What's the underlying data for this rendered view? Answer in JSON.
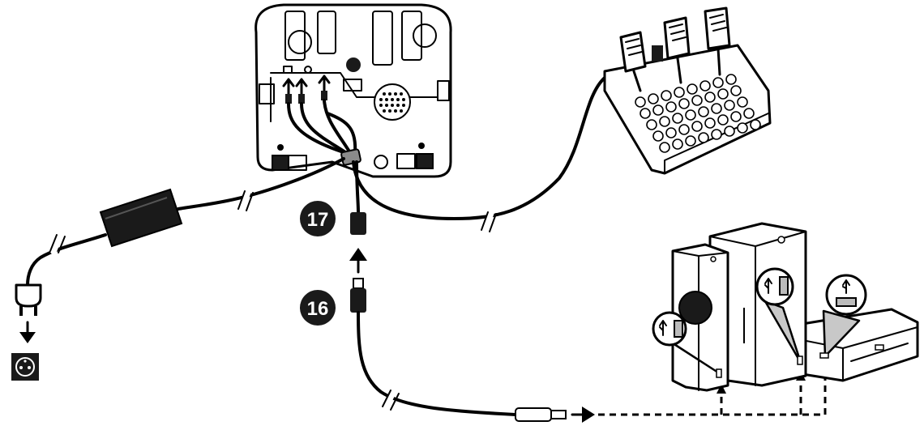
{
  "callouts": [
    {
      "id": "connector-17",
      "label": "17"
    },
    {
      "id": "connector-16",
      "label": "16"
    }
  ],
  "icons": [
    "wheel-base-icon",
    "pedal-set-icon",
    "power-adapter-icon",
    "power-plug-icon",
    "wall-outlet-icon",
    "usb-cable-icon",
    "xbox-series-s-icon",
    "xbox-series-x-icon",
    "xbox-one-icon",
    "usb-port-icon"
  ],
  "colors": {
    "ink": "#000000",
    "paper": "#ffffff",
    "grey": "#c8c8c8"
  }
}
